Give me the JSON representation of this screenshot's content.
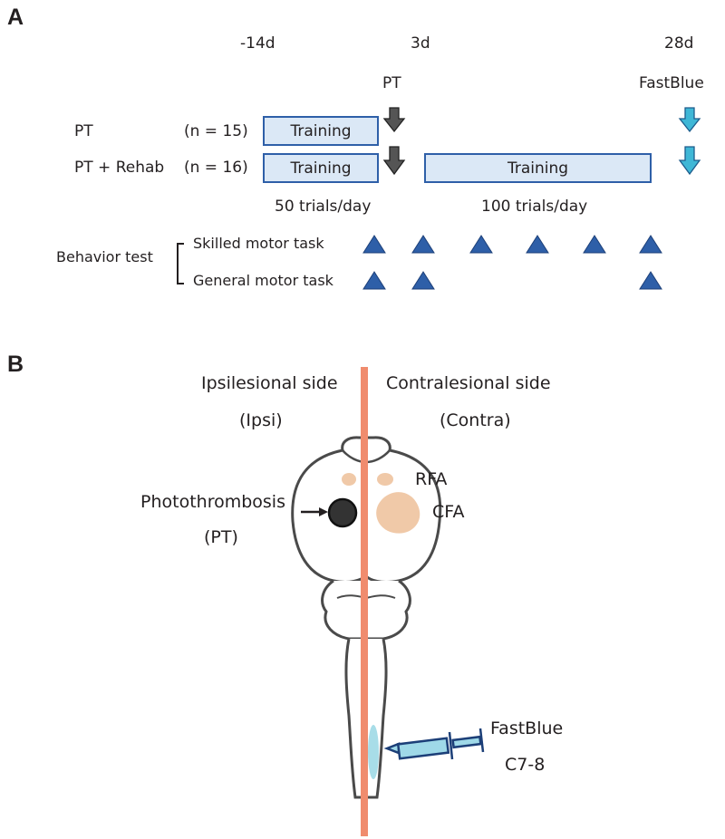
{
  "panel_a": {
    "letter": "A",
    "timepoints": [
      "-14d",
      "3d",
      "28d"
    ],
    "event_labels": {
      "pt": "PT",
      "fastblue": "FastBlue"
    },
    "groups": [
      {
        "name": "PT",
        "n": "(n = 15)"
      },
      {
        "name": "PT + Rehab",
        "n": "(n = 16)"
      }
    ],
    "training_label": "Training",
    "trials_pre": "50 trials/day",
    "trials_post": "100 trials/day",
    "behavior_test_label": "Behavior test",
    "tasks": [
      "Skilled motor task",
      "General motor task"
    ],
    "colors": {
      "training_fill": "#dbe8f6",
      "training_border": "#2e5fa8",
      "pt_arrow": "#555555",
      "fastblue_arrow": "#3fb7d6",
      "triangle": "#2e5fa8"
    }
  },
  "panel_b": {
    "letter": "B",
    "ipsi_side": "Ipsilesional side",
    "ipsi_abbrev": "(Ipsi)",
    "contra_side": "Contralesional side",
    "contra_abbrev": "(Contra)",
    "lesion_label": "Photothrombosis",
    "lesion_abbrev": "(PT)",
    "rfa_label": "RFA",
    "cfa_label": "CFA",
    "injection_label": "FastBlue",
    "injection_site": "C7-8",
    "colors": {
      "midline": "#f08c6e",
      "lesion": "#333333",
      "motor_area": "#f0c9a8",
      "injection": "#a8dde8"
    }
  }
}
